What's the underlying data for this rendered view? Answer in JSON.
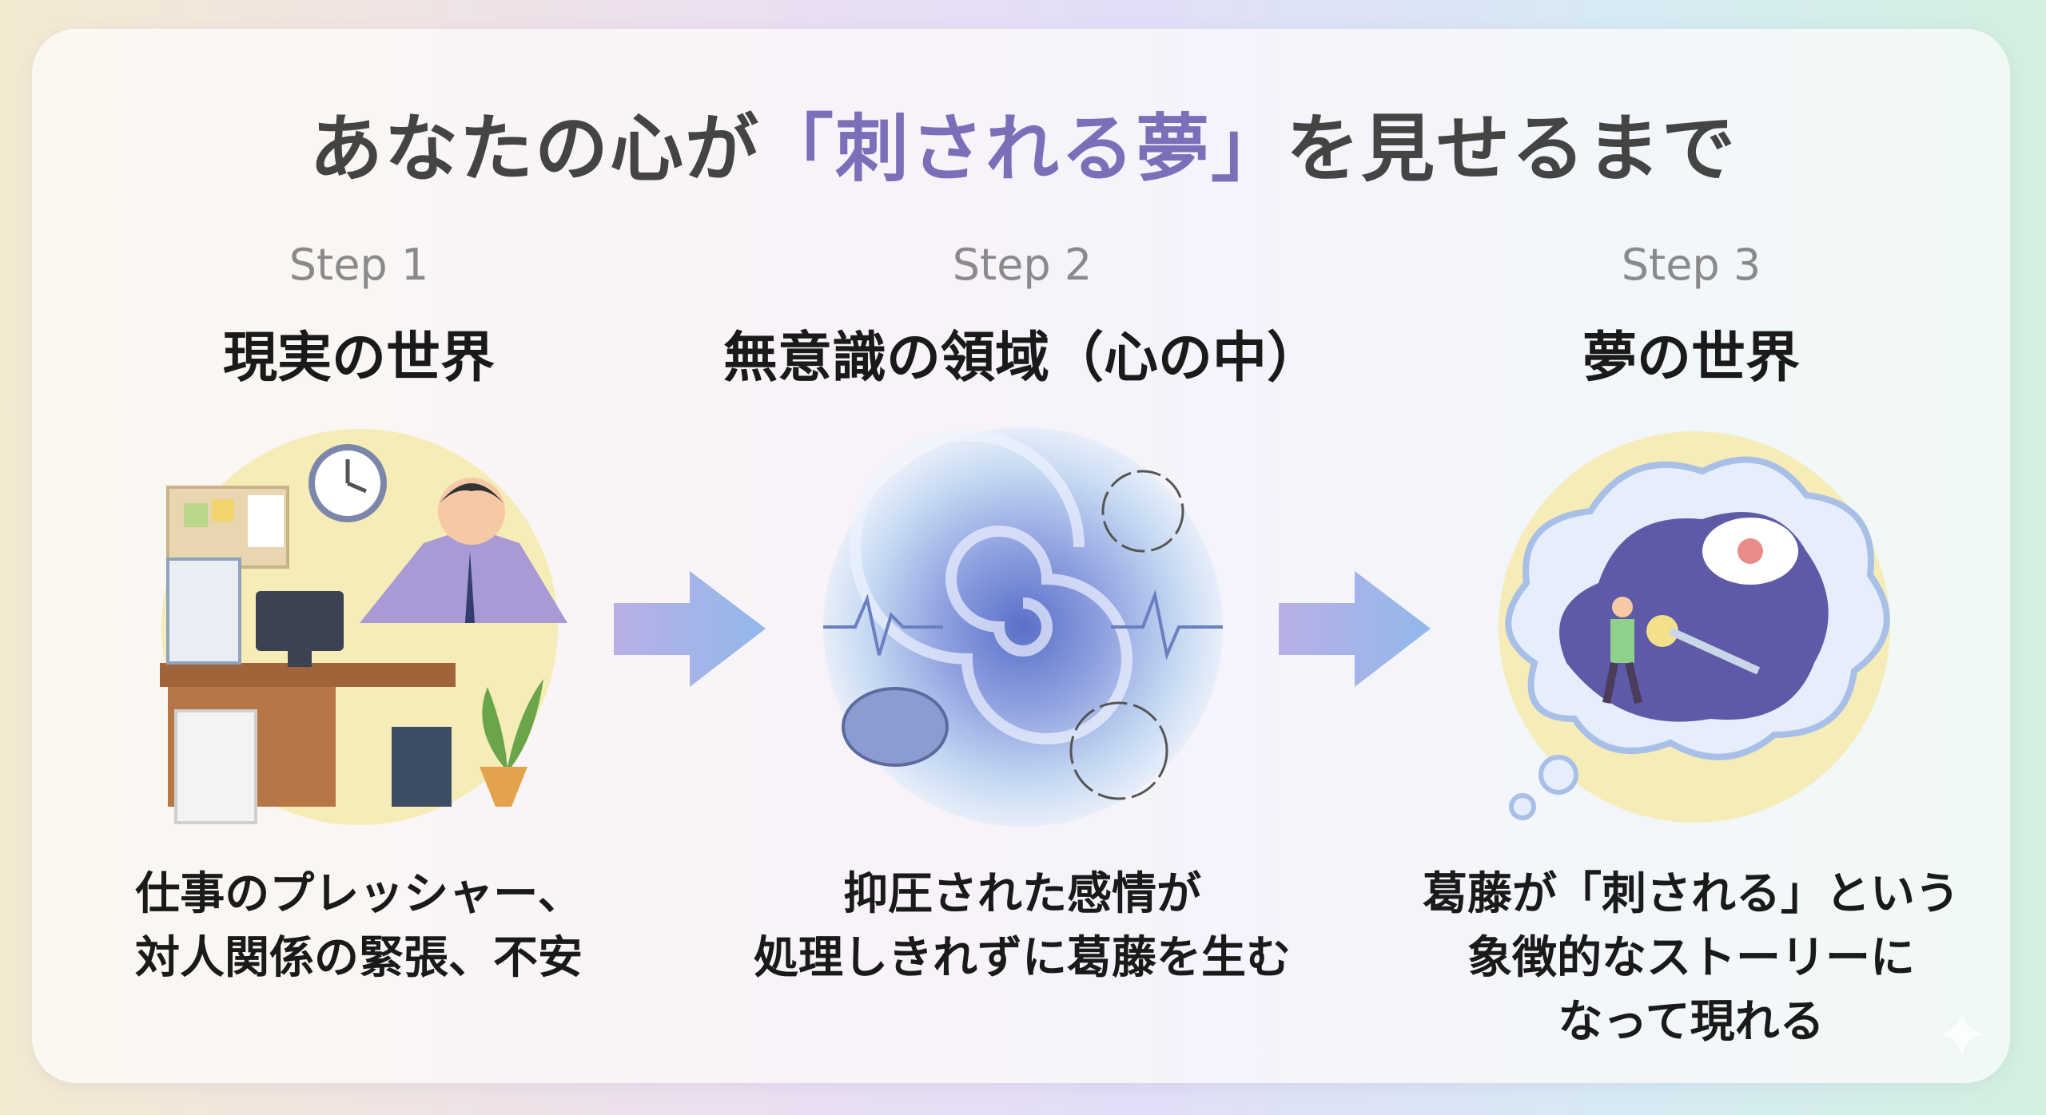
{
  "title": {
    "before": "あなたの心が",
    "highlight": "「刺される夢」",
    "after": "を見せるまで"
  },
  "colors": {
    "highlight": "#7a6fb8",
    "text": "#1a1a1a",
    "step": "#8a8a8a"
  },
  "steps": [
    {
      "label": "Step 1",
      "heading": "現実の世界",
      "lines": [
        "仕事のプレッシャー、",
        "対人関係の緊張、不安"
      ],
      "icon": "stressed-office-worker-icon"
    },
    {
      "label": "Step 2",
      "heading": "無意識の領域（心の中）",
      "lines": [
        "抑圧された感情が",
        "処理しきれずに葛藤を生む"
      ],
      "icon": "subconscious-swirl-icon"
    },
    {
      "label": "Step 3",
      "heading": "夢の世界",
      "lines": [
        "葛藤が「刺される」という",
        "象徴的なストーリーに",
        "なって現れる"
      ],
      "icon": "dream-cloud-icon"
    }
  ]
}
